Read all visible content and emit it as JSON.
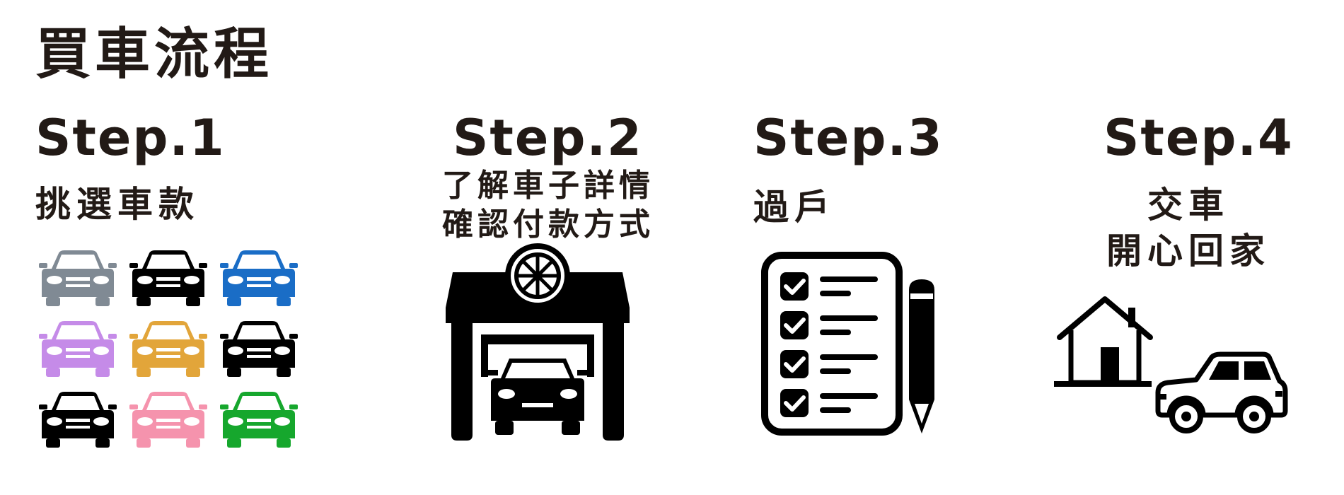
{
  "title": "買車流程",
  "steps": [
    {
      "label": "Step.1",
      "desc": [
        "挑選車款"
      ]
    },
    {
      "label": "Step.2",
      "desc": [
        "了解車子詳情",
        "確認付款方式"
      ]
    },
    {
      "label": "Step.3",
      "desc": [
        "過戶"
      ]
    },
    {
      "label": "Step.4",
      "desc": [
        "交車",
        "開心回家"
      ]
    }
  ],
  "car_colors": [
    "#808a94",
    "#000000",
    "#1a6dc6",
    "#c58be8",
    "#e2a53a",
    "#000000",
    "#000000",
    "#f593ad",
    "#16a72d"
  ],
  "icons": {
    "step1": "car-icon",
    "step2": "car-garage-icon",
    "step3": "checklist-icon",
    "step4": "house-car-icon"
  }
}
